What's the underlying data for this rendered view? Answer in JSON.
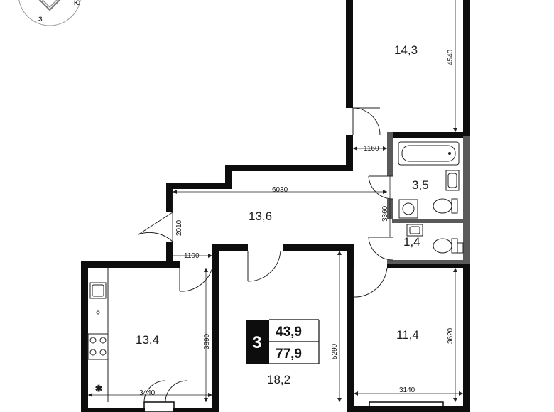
{
  "compass": {
    "letters": [
      "З",
      "Ю"
    ]
  },
  "summary": {
    "rooms": "3",
    "living_area": "43,9",
    "total_area": "77,9"
  },
  "rooms": {
    "bedroom_top_right": "14,3",
    "bathroom": "3,5",
    "toilet": "1,4",
    "hallway": "13,6",
    "kitchen": "13,4",
    "living_room": "18,2",
    "bedroom_bottom_right": "11,4"
  },
  "dimensions": {
    "bedroom_top_depth": "4540",
    "bath_width": "1160",
    "hall_length": "6030",
    "hall_depth": "2010",
    "bath_height": "3360",
    "entry_width": "1100",
    "kitchen_depth": "3890",
    "kitchen_width": "3440",
    "living_depth": "5290",
    "bedroom_bottom_depth": "3620",
    "bedroom_bottom_width": "3140"
  },
  "colors": {
    "wall": "#0d0d0d",
    "wet_zone_wall": "#5a5a5a",
    "background": "#ffffff"
  }
}
